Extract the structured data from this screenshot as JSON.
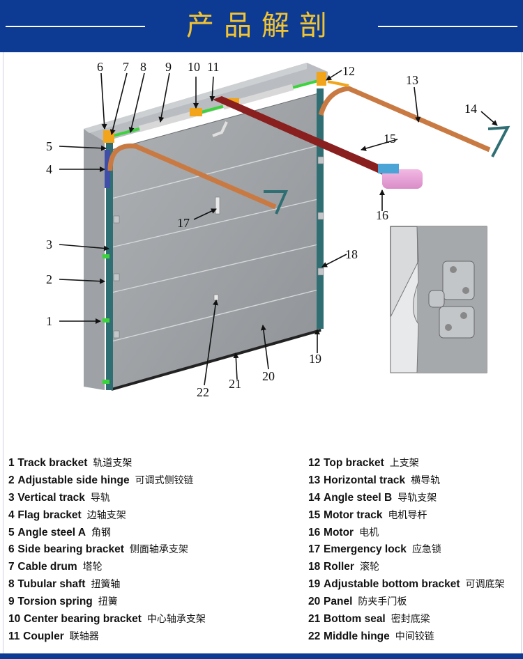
{
  "header": {
    "title": "产品解剖"
  },
  "callouts": [
    "1",
    "2",
    "3",
    "4",
    "5",
    "6",
    "7",
    "8",
    "9",
    "10",
    "11",
    "12",
    "13",
    "14",
    "15",
    "16",
    "17",
    "18",
    "19",
    "20",
    "21",
    "22"
  ],
  "legend": {
    "left": [
      {
        "num": "1",
        "en": "Track bracket",
        "zh": "轨道支架"
      },
      {
        "num": "2",
        "en": "Adjustable side hinge",
        "zh": "可调式侧铰链"
      },
      {
        "num": "3",
        "en": "Vertical track",
        "zh": "导轨"
      },
      {
        "num": "4",
        "en": "Flag bracket",
        "zh": "边轴支架"
      },
      {
        "num": "5",
        "en": "Angle steel A",
        "zh": "角钢"
      },
      {
        "num": "6",
        "en": "Side bearing bracket",
        "zh": "侧面轴承支架"
      },
      {
        "num": "7",
        "en": "Cable drum",
        "zh": "塔轮"
      },
      {
        "num": "8",
        "en": "Tubular shaft",
        "zh": "扭簧轴"
      },
      {
        "num": "9",
        "en": "Torsion spring",
        "zh": "扭簧"
      },
      {
        "num": "10",
        "en": "Center bearing bracket",
        "zh": "中心轴承支架"
      },
      {
        "num": "11",
        "en": "Coupler",
        "zh": "联轴器"
      }
    ],
    "right": [
      {
        "num": "12",
        "en": "Top bracket",
        "zh": "上支架"
      },
      {
        "num": "13",
        "en": "Horizontal track",
        "zh": "横导轨"
      },
      {
        "num": "14",
        "en": "Angle steel B",
        "zh": "导轨支架"
      },
      {
        "num": "15",
        "en": "Motor track",
        "zh": "电机导杆"
      },
      {
        "num": "16",
        "en": "Motor",
        "zh": "电机"
      },
      {
        "num": "17",
        "en": "Emergency lock",
        "zh": "应急锁"
      },
      {
        "num": "18",
        "en": "Roller",
        "zh": "滚轮"
      },
      {
        "num": "19",
        "en": "Adjustable bottom bracket",
        "zh": "可调底架"
      },
      {
        "num": "20",
        "en": "Panel",
        "zh": "防夹手门板"
      },
      {
        "num": "21",
        "en": "Bottom seal",
        "zh": "密封底梁"
      },
      {
        "num": "22",
        "en": "Middle hinge",
        "zh": "中间铰链"
      }
    ]
  }
}
